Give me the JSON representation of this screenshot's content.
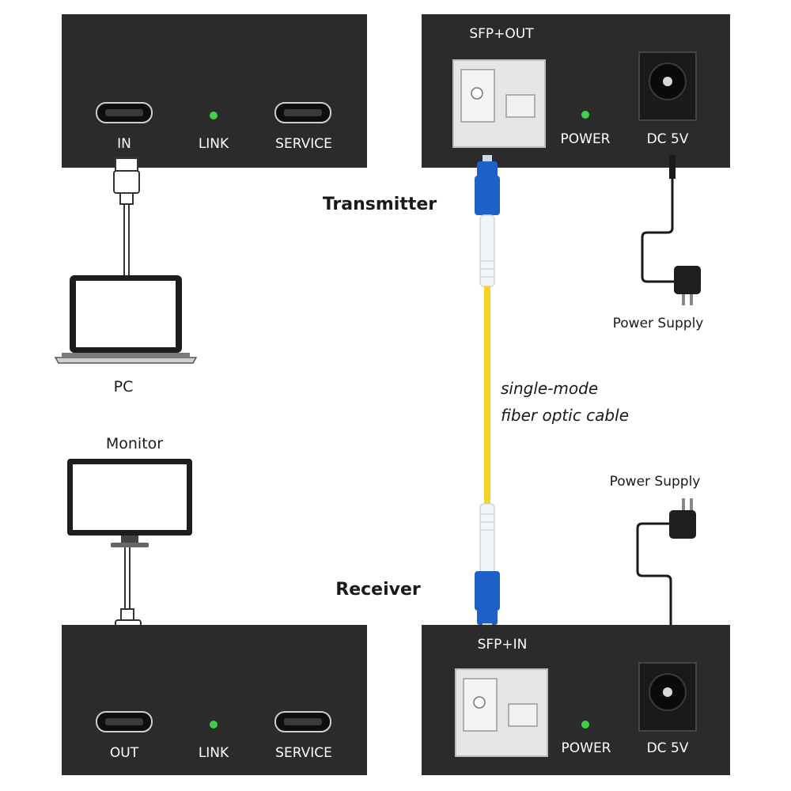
{
  "transmitter": {
    "title": "Transmitter",
    "left_panel": {
      "port_in": "IN",
      "led": "LINK",
      "port_service": "SERVICE"
    },
    "right_panel": {
      "sfp": "SFP+OUT",
      "led": "POWER",
      "dc": "DC 5V"
    }
  },
  "receiver": {
    "title": "Receiver",
    "left_panel": {
      "port_out": "OUT",
      "led": "LINK",
      "port_service": "SERVICE"
    },
    "right_panel": {
      "sfp": "SFP+IN",
      "led": "POWER",
      "dc": "DC 5V"
    }
  },
  "devices": {
    "pc": "PC",
    "monitor": "Monitor"
  },
  "power_supply_top": "Power Supply",
  "power_supply_bottom": "Power Supply",
  "cable_label": {
    "line1": "single-mode",
    "line2": "fiber optic cable"
  },
  "colors": {
    "panel": "#2b2b2b",
    "led": "#3fcf4a",
    "fiber": "#f5d327",
    "connector": "#1f5fc8",
    "sfp": "#e6e6e6"
  }
}
